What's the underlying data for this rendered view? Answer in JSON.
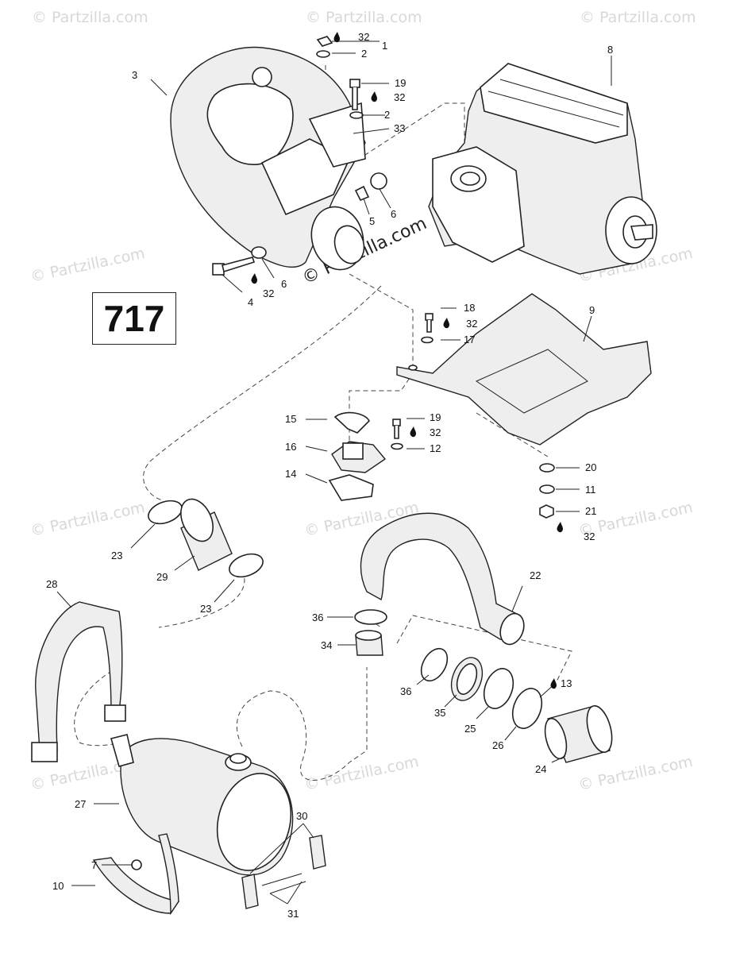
{
  "watermark": {
    "text": "© Partzilla.com",
    "center_text": "© Partzilla.com"
  },
  "engine_badge": "717",
  "drop_icon": "oil-drop-icon",
  "callouts": {
    "c1": "1",
    "c2a": "2",
    "c2b": "2",
    "c3": "3",
    "c4": "4",
    "c5": "5",
    "c6a": "6",
    "c6b": "6",
    "c7": "7",
    "c8": "8",
    "c9": "9",
    "c10": "10",
    "c11": "11",
    "c12": "12",
    "c13": "13",
    "c14": "14",
    "c15": "15",
    "c16": "16",
    "c17": "17",
    "c18": "18",
    "c19a": "19",
    "c19b": "19",
    "c20": "20",
    "c21": "21",
    "c22": "22",
    "c23a": "23",
    "c23b": "23",
    "c24": "24",
    "c25": "25",
    "c26": "26",
    "c27": "27",
    "c28": "28",
    "c29": "29",
    "c30": "30",
    "c31": "31",
    "c32a": "32",
    "c32b": "32",
    "c32c": "32",
    "c32d": "32",
    "c32e": "32",
    "c32f": "32",
    "c33": "33",
    "c34": "34",
    "c35": "35",
    "c36a": "36",
    "c36b": "36"
  }
}
